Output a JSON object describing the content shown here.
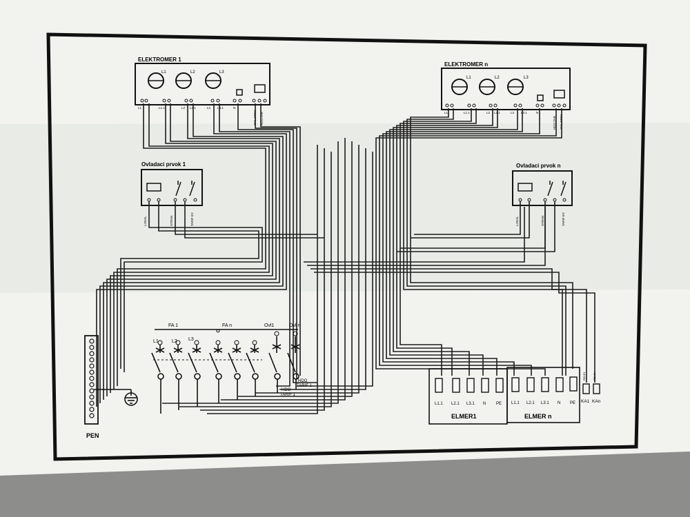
{
  "meter_1": {
    "title": "ELEKTROMER 1",
    "phase_labels": [
      "L1",
      "L2",
      "L3"
    ],
    "terminal_labels": [
      "L1",
      "L1.1",
      "L2",
      "L2.1",
      "L3",
      "L3.1",
      "N"
    ],
    "side_labels": [
      "OVL.STRC",
      "HDO.TAR"
    ]
  },
  "meter_n": {
    "title": "ELEKTROMER n",
    "phase_labels": [
      "L1",
      "L2",
      "L3"
    ],
    "terminal_labels": [
      "L1",
      "L1.1",
      "L2",
      "L2.1",
      "L3",
      "L3.1",
      "N"
    ],
    "side_labels": [
      "HDO.TAR",
      "OVL.STRC"
    ]
  },
  "control_1": {
    "title": "Ovladaci prvok 1",
    "bottom_labels": [
      "LOKAL",
      "STRAN",
      "TARIF EX"
    ]
  },
  "control_n": {
    "title": "Ovladaci prvok n",
    "bottom_labels": [
      "LOKAL",
      "STRAN",
      "TARIF EX"
    ]
  },
  "breakers": {
    "group_labels": [
      "FA 1",
      "FA n",
      "Ovl1",
      "Ovl n"
    ],
    "phase_labels": [
      "L1",
      "L2",
      "L3"
    ],
    "hdo_labels": [
      "HDO",
      "TARIF 1",
      "HDO",
      "TARIF 1"
    ]
  },
  "pen": {
    "label": "PEN"
  },
  "elmer_1": {
    "title": "ELMER1",
    "terminals": [
      "L1.1",
      "L2.1",
      "L3.1",
      "N",
      "PE"
    ]
  },
  "elmer_n": {
    "title": "ELMER n",
    "terminals": [
      "L1.1",
      "L2.1",
      "L3.1",
      "N",
      "PE"
    ]
  },
  "contactors": {
    "labels": [
      "KA1",
      "KAn"
    ],
    "side_labels": [
      "RELE1",
      "RELEn"
    ]
  },
  "colors": {
    "paper": "#f0f1ec",
    "paper_shade": "#e4e6df",
    "ink": "#1a1a1a",
    "frame": "#111111"
  }
}
